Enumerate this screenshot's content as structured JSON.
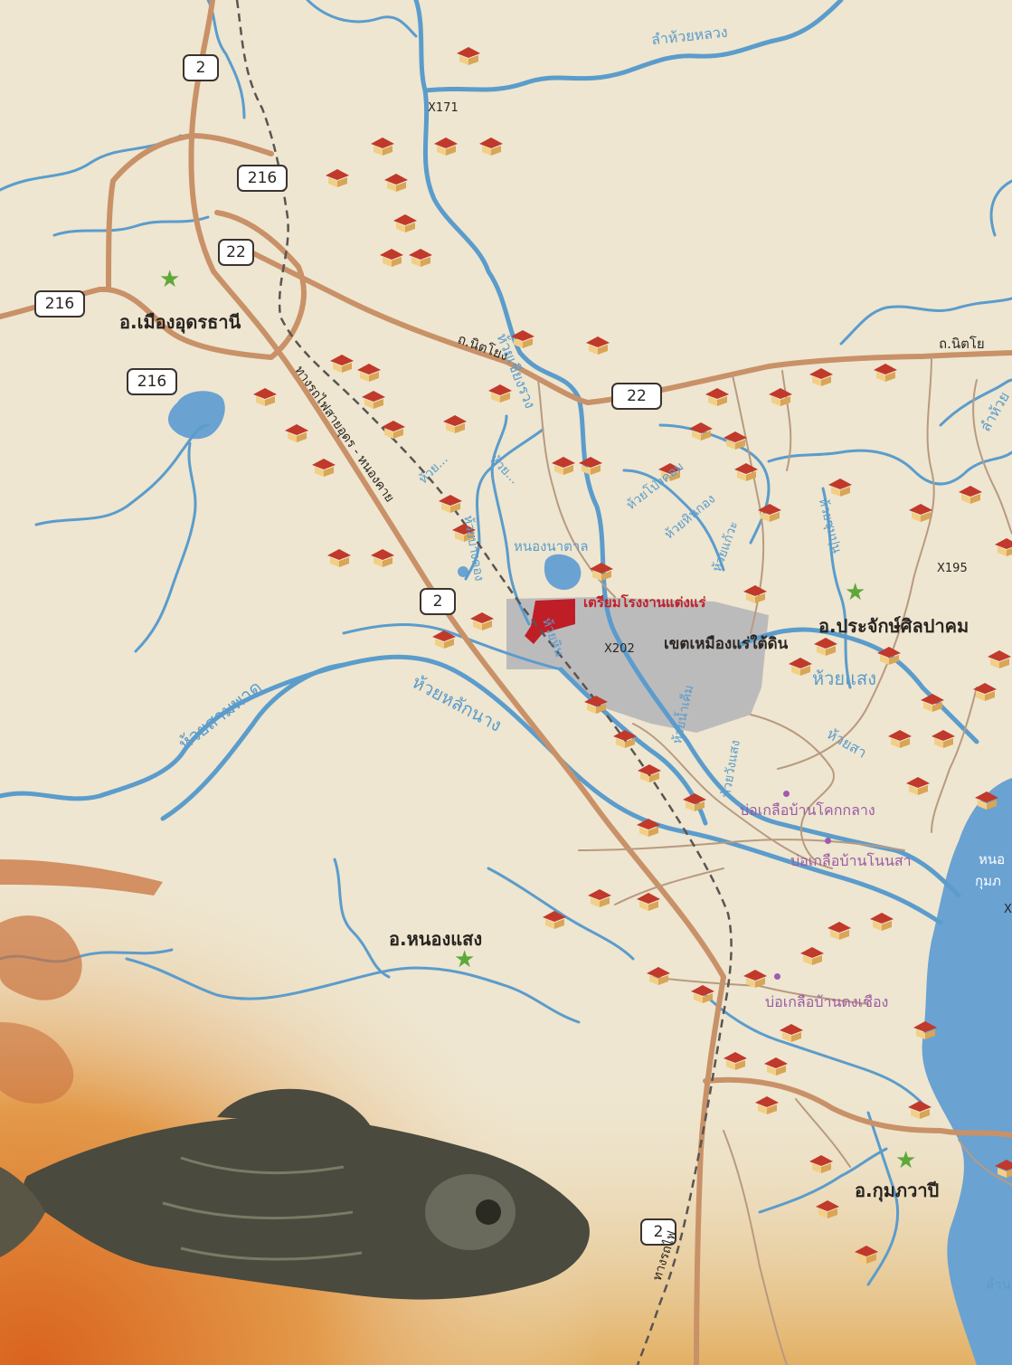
{
  "districts": {
    "mueang_udon": "อ.เมืองอุดรธานี",
    "prachak": "อ.ประจักษ์ศิลปาคม",
    "nong_saeng": "อ.หนองแสง",
    "kumphawapi": "อ.กุมภวาปี"
  },
  "road_names": {
    "nittayo_left": "ถ.นิตโยง",
    "nittayo_right": "ถ.นิตโย"
  },
  "route_shields": {
    "r2_top": "2",
    "r216_a": "216",
    "r22_a": "22",
    "r216_b": "216",
    "r216_c": "216",
    "r22_b": "22",
    "r2_mid": "2",
    "r2_bottom": "2"
  },
  "codes": {
    "x171": "X171",
    "x195": "X195",
    "x202": "X202",
    "x_edge": "X"
  },
  "rivers": {
    "lam_huai_luang": "ลำห้วยหลวง",
    "huai_chiang_rung": "ห้วยเชียงรวง",
    "huai_a": "ห้วย...",
    "huai_b": "ห้วย...",
    "huai_bang_khong": "ห้วยบางคอง",
    "huai_pong_khom": "ห้วยโป่งคอม",
    "huai_hin_kong": "ห้วยหินกอง",
    "huai_taeo": "ห้วยแก้วะ",
    "huai_sum_pun": "ห้วยซุมปุน",
    "huai_sam_phat": "ห้วยสามพาด",
    "huai_lak_nang": "ห้วยหลักนาง",
    "huai_hin": "ห้วยหิน",
    "huai_nam_khem": "ห้วยน้ำเค็ม",
    "huai_wang_saeng": "ห้วยวังแสง",
    "huai_sang": "ห้วยแสง",
    "huai_sa": "ห้วยสา",
    "lam_huai_right": "ลำห้วย",
    "lam_bottom": "ลำน"
  },
  "lakes": {
    "nong_na_tan": "หนองนาตาล",
    "nong_kumphawapi_1": "หนอ",
    "nong_kumphawapi_2": "กุมภ"
  },
  "salt_wells": {
    "khok_klang": "บ่อเกลือบ้านโคกกลาง",
    "non_sa": "บ่อเกลือบ้านโนนสา",
    "dong_chiang": "บ่อเกลือบ้านดงเชือง"
  },
  "mine": {
    "zone": "เขตเหมืองแร่ใต้ดิน",
    "plant": "เตรียมโรงงานแต่งแร่"
  },
  "railway": {
    "label_top": "ทางรถไฟสายอุดร - หนองคาย",
    "label_bottom": "ทางรถไฟ"
  },
  "colors": {
    "background": "#eee6d0",
    "road": "#c99168",
    "minor_road": "#b99a80",
    "river": "#5b9ccc",
    "lake": "#6aa2d2",
    "mine_zone": "#b3b3b8",
    "plant": "#c01e27",
    "star": "#5ea83a",
    "salt_dot": "#a05ab0",
    "house_roof": "#c0392b"
  },
  "icons": {
    "district": "star-icon",
    "village": "house-icon",
    "salt_well": "dot-icon",
    "decoration": "fish-illustration"
  }
}
